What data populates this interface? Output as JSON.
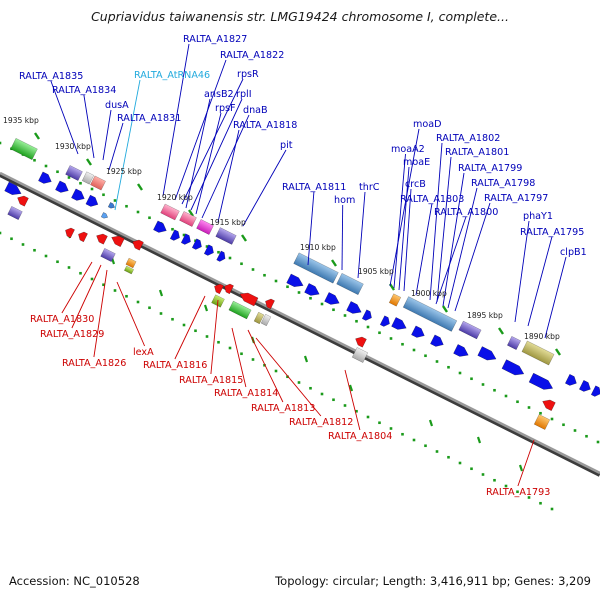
{
  "title": "Cupriavidus taiwanensis str. LMG19424 chromosome I, complete...",
  "footer": {
    "accession": "Accession: NC_010528",
    "stats": "Topology: circular; Length: 3,416,911 bp; Genes: 3,209"
  },
  "colors": {
    "forward_label": "#0000b8",
    "reverse_label": "#cc0000",
    "rna_label": "#22aadd",
    "forward_arrow": "#0a10e8",
    "reverse_arrow": "#ee1111",
    "backbone": "#777777",
    "tick": "#1a9a1a"
  },
  "scale_labels": [
    "1935 kbp",
    "1930 kbp",
    "1925 kbp",
    "1920 kbp",
    "1915 kbp",
    "1910 kbp",
    "1905 kbp",
    "1900 kbp",
    "1895 kbp",
    "1890 kbp"
  ],
  "forward_genes": [
    "RALTA_A1835",
    "RALTA_A1834",
    "dusA",
    "RALTA_AtRNA46",
    "RALTA_A1831",
    "RALTA_A1827",
    "RALTA_A1822",
    "rpsR",
    "ansB2",
    "rplI",
    "rpsF",
    "dnaB",
    "RALTA_A1818",
    "pit",
    "RALTA_A1811",
    "hom",
    "thrC",
    "moaD",
    "moaA2",
    "moaE",
    "crcB",
    "RALTA_A1803",
    "RALTA_A1802",
    "RALTA_A1801",
    "RALTA_A1800",
    "RALTA_A1799",
    "RALTA_A1798",
    "RALTA_A1797",
    "phaY1",
    "RALTA_A1795",
    "clpB1"
  ],
  "reverse_genes": [
    "RALTA_A1830",
    "RALTA_A1829",
    "RALTA_A1826",
    "lexA",
    "RALTA_A1816",
    "RALTA_A1815",
    "RALTA_A1814",
    "RALTA_A1813",
    "RALTA_A1812",
    "RALTA_A1804",
    "RALTA_A1793"
  ]
}
